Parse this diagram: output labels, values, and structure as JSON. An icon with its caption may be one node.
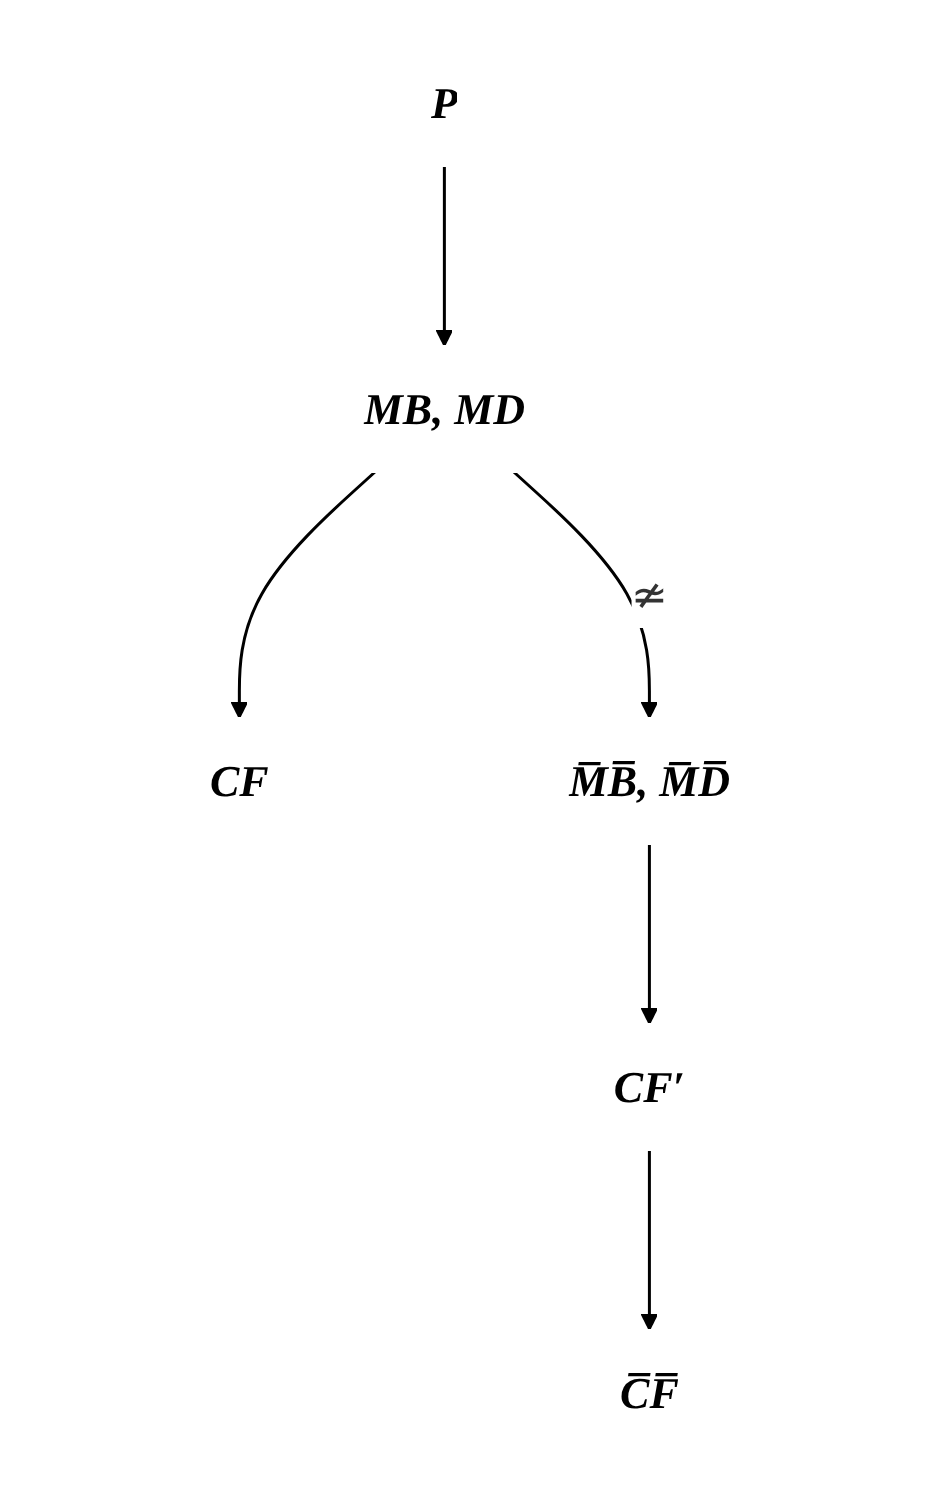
{
  "diagram": {
    "nodes": [
      {
        "text": [
          "P"
        ]
      },
      {
        "text": [
          "MB, MD"
        ]
      },
      {
        "text": [
          "CF"
        ]
      },
      {
        "text": [
          "M̅B̅, M̅D̅"
        ]
      },
      {
        "text": [
          "CF′"
        ]
      },
      {
        "text": [
          "C̅F̅"
        ]
      }
    ],
    "edges": [
      {
        "from": 0,
        "to": 1,
        "arrow": "to"
      },
      {
        "from": 1,
        "to": 2,
        "arrow": "to"
      },
      {
        "from": 1,
        "to": 3,
        "arrow": "to",
        "label": "≄"
      },
      {
        "from": 3,
        "to": 4,
        "arrow": "to"
      },
      {
        "from": 4,
        "to": 5,
        "arrow": "to"
      }
    ]
  }
}
